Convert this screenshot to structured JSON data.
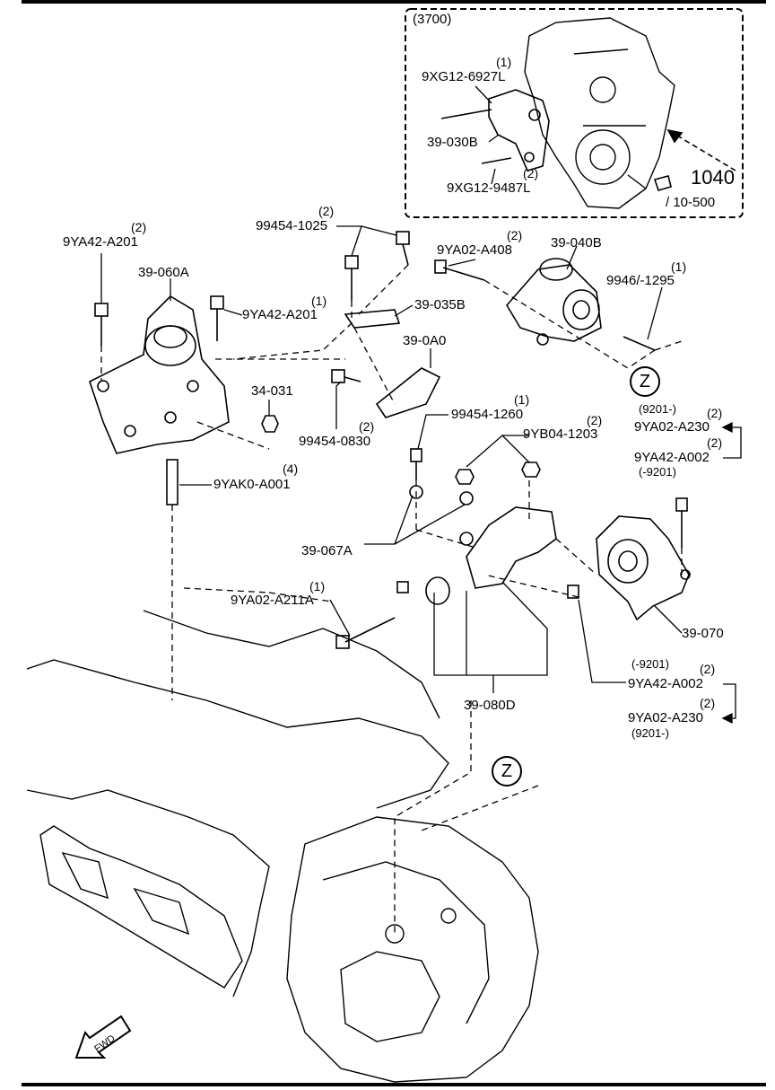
{
  "frame": {
    "inset_group": "(3700)",
    "ref_number": "1040",
    "ref_page": "/ 10-500"
  },
  "callouts": [
    {
      "id": "9XG12-6927L",
      "qty": "(1)"
    },
    {
      "id": "39-030B",
      "qty": ""
    },
    {
      "id": "9XG12-9487L",
      "qty": "(2)"
    },
    {
      "id": "99454-1025",
      "qty": "(2)"
    },
    {
      "id": "9YA42-A201",
      "qty": "(2)"
    },
    {
      "id": "9YA02-A408",
      "qty": "(2)"
    },
    {
      "id": "39-040B",
      "qty": ""
    },
    {
      "id": "9946/-1295",
      "qty": "(1)"
    },
    {
      "id": "39-060A",
      "qty": ""
    },
    {
      "id": "9YA42-A201",
      "qty": "(1)"
    },
    {
      "id": "39-035B",
      "qty": ""
    },
    {
      "id": "39-0A0",
      "qty": ""
    },
    {
      "id": "34-031",
      "qty": ""
    },
    {
      "id": "99454-0830",
      "qty": "(2)"
    },
    {
      "id": "99454-1260",
      "qty": "(1)"
    },
    {
      "id": "9YB04-1203",
      "qty": "(2)"
    },
    {
      "id": "9YAK0-A001",
      "qty": "(4)"
    },
    {
      "id": "9YA02-A230",
      "qty": "(2)",
      "note": "(9201-)"
    },
    {
      "id": "9YA42-A002",
      "qty": "(2)",
      "note": "(-9201)"
    },
    {
      "id": "39-067A",
      "qty": ""
    },
    {
      "id": "9YA02-A211A",
      "qty": "(1)"
    },
    {
      "id": "39-070",
      "qty": ""
    },
    {
      "id": "9YA42-A002",
      "qty": "(2)",
      "note": "(-9201)"
    },
    {
      "id": "9YA02-A230",
      "qty": "(2)",
      "note": "(9201-)"
    },
    {
      "id": "39-080D",
      "qty": ""
    }
  ],
  "markers": {
    "z_upper": "Z",
    "z_lower": "Z"
  },
  "direction": {
    "fwd": "FWD"
  }
}
